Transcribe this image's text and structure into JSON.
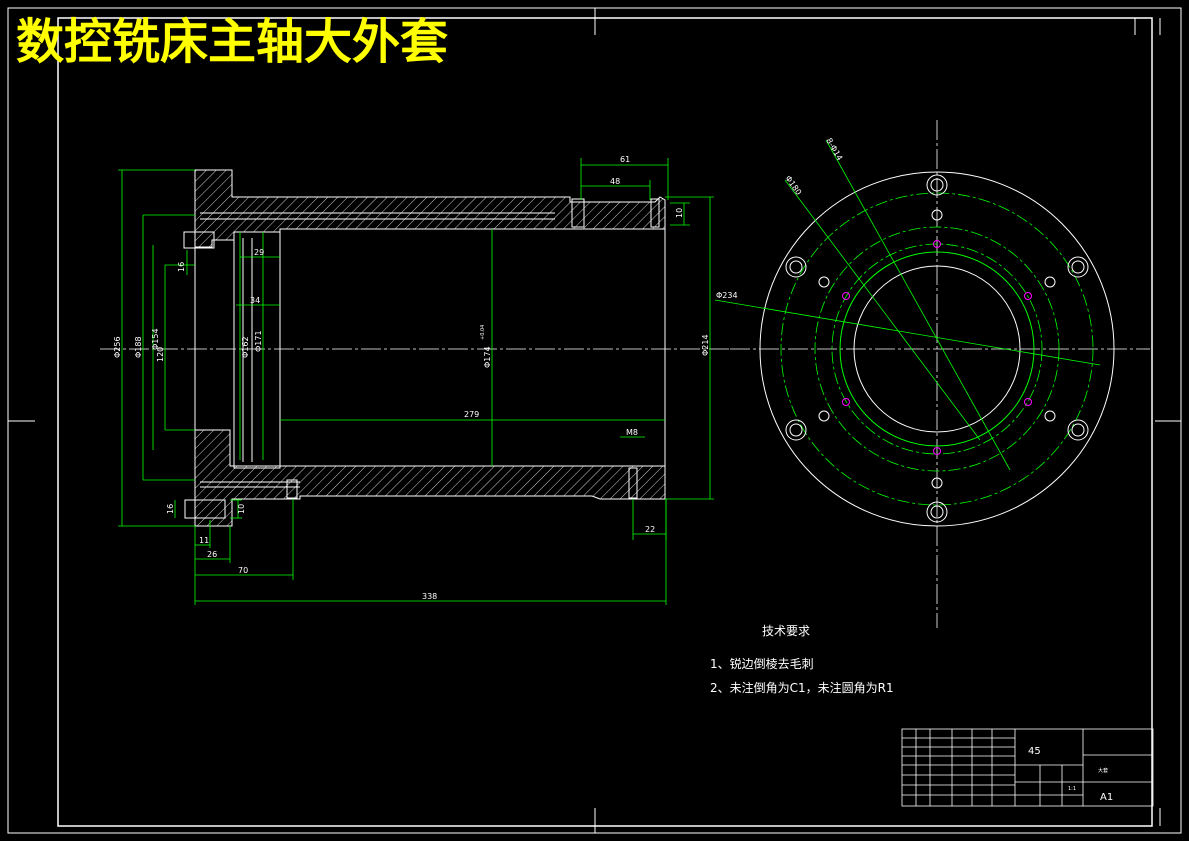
{
  "title": "数控铣床主轴大外套",
  "dimensions": {
    "d_61": "61",
    "d_48": "48",
    "d_10a": "10",
    "d_16a": "16",
    "d_29": "29",
    "d_34": "34",
    "phi_256": "Φ256",
    "phi_188": "Φ188",
    "phi_154": "Φ154",
    "d_120": "120",
    "phi_162": "Φ162",
    "phi_171": "Φ171",
    "phi_174": "Φ174",
    "tol_174": "+0.04",
    "d_279": "279",
    "phi_214": "Φ214",
    "phi_234": "Φ234",
    "m8": "M8",
    "d_16b": "16",
    "d_10b": "10",
    "d_22": "22",
    "d_11": "11",
    "d_26": "26",
    "d_70": "70",
    "d_338": "338",
    "phi_14_8": "8-Φ14",
    "phi_180": "Φ180"
  },
  "notes": {
    "heading": "技术要求",
    "item1": "1、锐边倒棱去毛刺",
    "item2": "2、未注倒角为C1，未注圆角为R1"
  },
  "title_block": {
    "material": "45",
    "part_name": "大套",
    "sheet_size": "A1",
    "scale": "1:1"
  },
  "colors": {
    "outline": "#ffffff",
    "dimension": "#00ff00",
    "title": "#ffff00",
    "hole": "#ff00ff"
  }
}
